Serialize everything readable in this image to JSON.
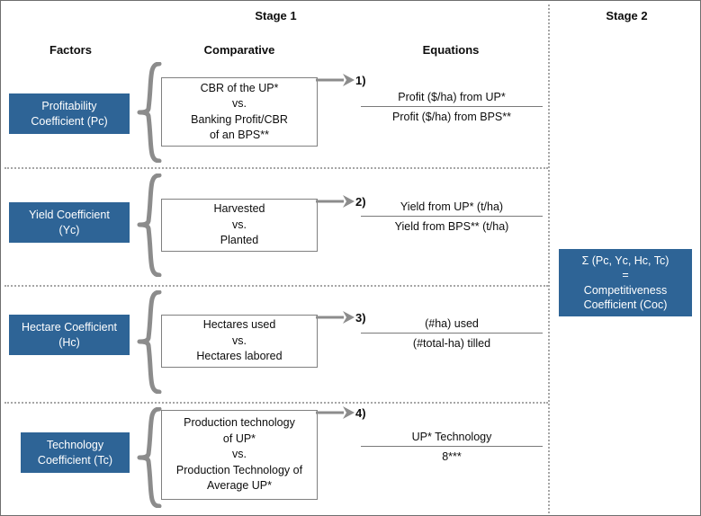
{
  "stages": {
    "stage1": "Stage 1",
    "stage2": "Stage 2"
  },
  "columns": {
    "factors": "Factors",
    "comparative": "Comparative",
    "equations": "Equations"
  },
  "colors": {
    "accent_blue": "#2e6496",
    "brace_gray": "#808080",
    "arrow_gray": "#8c8c8c",
    "separator_gray": "#a6a6a6",
    "border_gray": "#6f6f6f"
  },
  "rows": [
    {
      "factor_lines": [
        "Profitability",
        "Coefficient (Pc)"
      ],
      "comparative_lines": [
        "CBR of the UP*",
        "vs.",
        "Banking Profit/CBR",
        "of an BPS**"
      ],
      "equation_number": "1)",
      "numerator": "Profit ($/ha) from UP*",
      "denominator": "Profit ($/ha) from BPS**"
    },
    {
      "factor_lines": [
        "Yield Coefficient",
        "(Yc)"
      ],
      "comparative_lines": [
        "Harvested",
        "vs.",
        "Planted"
      ],
      "equation_number": "2)",
      "numerator": "Yield from UP* (t/ha)",
      "denominator": "Yield from BPS** (t/ha)"
    },
    {
      "factor_lines": [
        "Hectare Coefficient",
        "(Hc)"
      ],
      "comparative_lines": [
        "Hectares used",
        "vs.",
        "Hectares labored"
      ],
      "equation_number": "3)",
      "numerator": "(#ha) used",
      "denominator": "(#total-ha) tilled"
    },
    {
      "factor_lines": [
        "Technology",
        "Coefficient (Tc)"
      ],
      "comparative_lines": [
        "Production technology",
        "of UP*",
        "vs.",
        "Production Technology of",
        "Average UP*"
      ],
      "equation_number": "4)",
      "numerator": "UP* Technology",
      "denominator": "8***"
    }
  ],
  "summary": {
    "lines": [
      "Σ (Pc, Yc, Hc, Tc)",
      "=",
      "Competitiveness",
      "Coefficient (Coc)"
    ]
  }
}
